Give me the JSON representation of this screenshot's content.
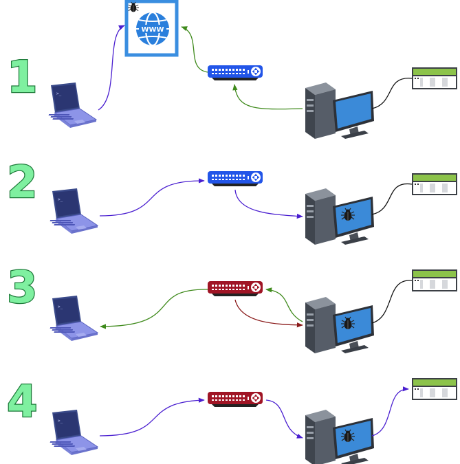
{
  "steps": [
    {
      "label": "1",
      "router_state": "normal",
      "computer_state": "clean",
      "website_infected": true,
      "panel_link": false
    },
    {
      "label": "2",
      "router_state": "normal",
      "computer_state": "infected",
      "website_infected": false,
      "panel_link": false
    },
    {
      "label": "3",
      "router_state": "compromised",
      "computer_state": "infected",
      "website_infected": false,
      "panel_link": false
    },
    {
      "label": "4",
      "router_state": "compromised",
      "computer_state": "infected",
      "website_infected": false,
      "panel_link": true
    }
  ],
  "website": {
    "label": "WWW"
  },
  "icons": [
    "laptop-icon",
    "router-icon",
    "desktop-computer-icon",
    "bug-icon",
    "globe-icon",
    "device-panel-icon"
  ],
  "colors": {
    "edge_purple": "#4a1fd0",
    "edge_green": "#3f8a1c",
    "edge_dark_red": "#8a1a1a",
    "router_normal": "#2255e8",
    "router_compromised": "#a01525",
    "website_border": "#3a8ee0",
    "step_number_fill": "#7ff0a0",
    "panel_stripe": "#8cc34a"
  }
}
